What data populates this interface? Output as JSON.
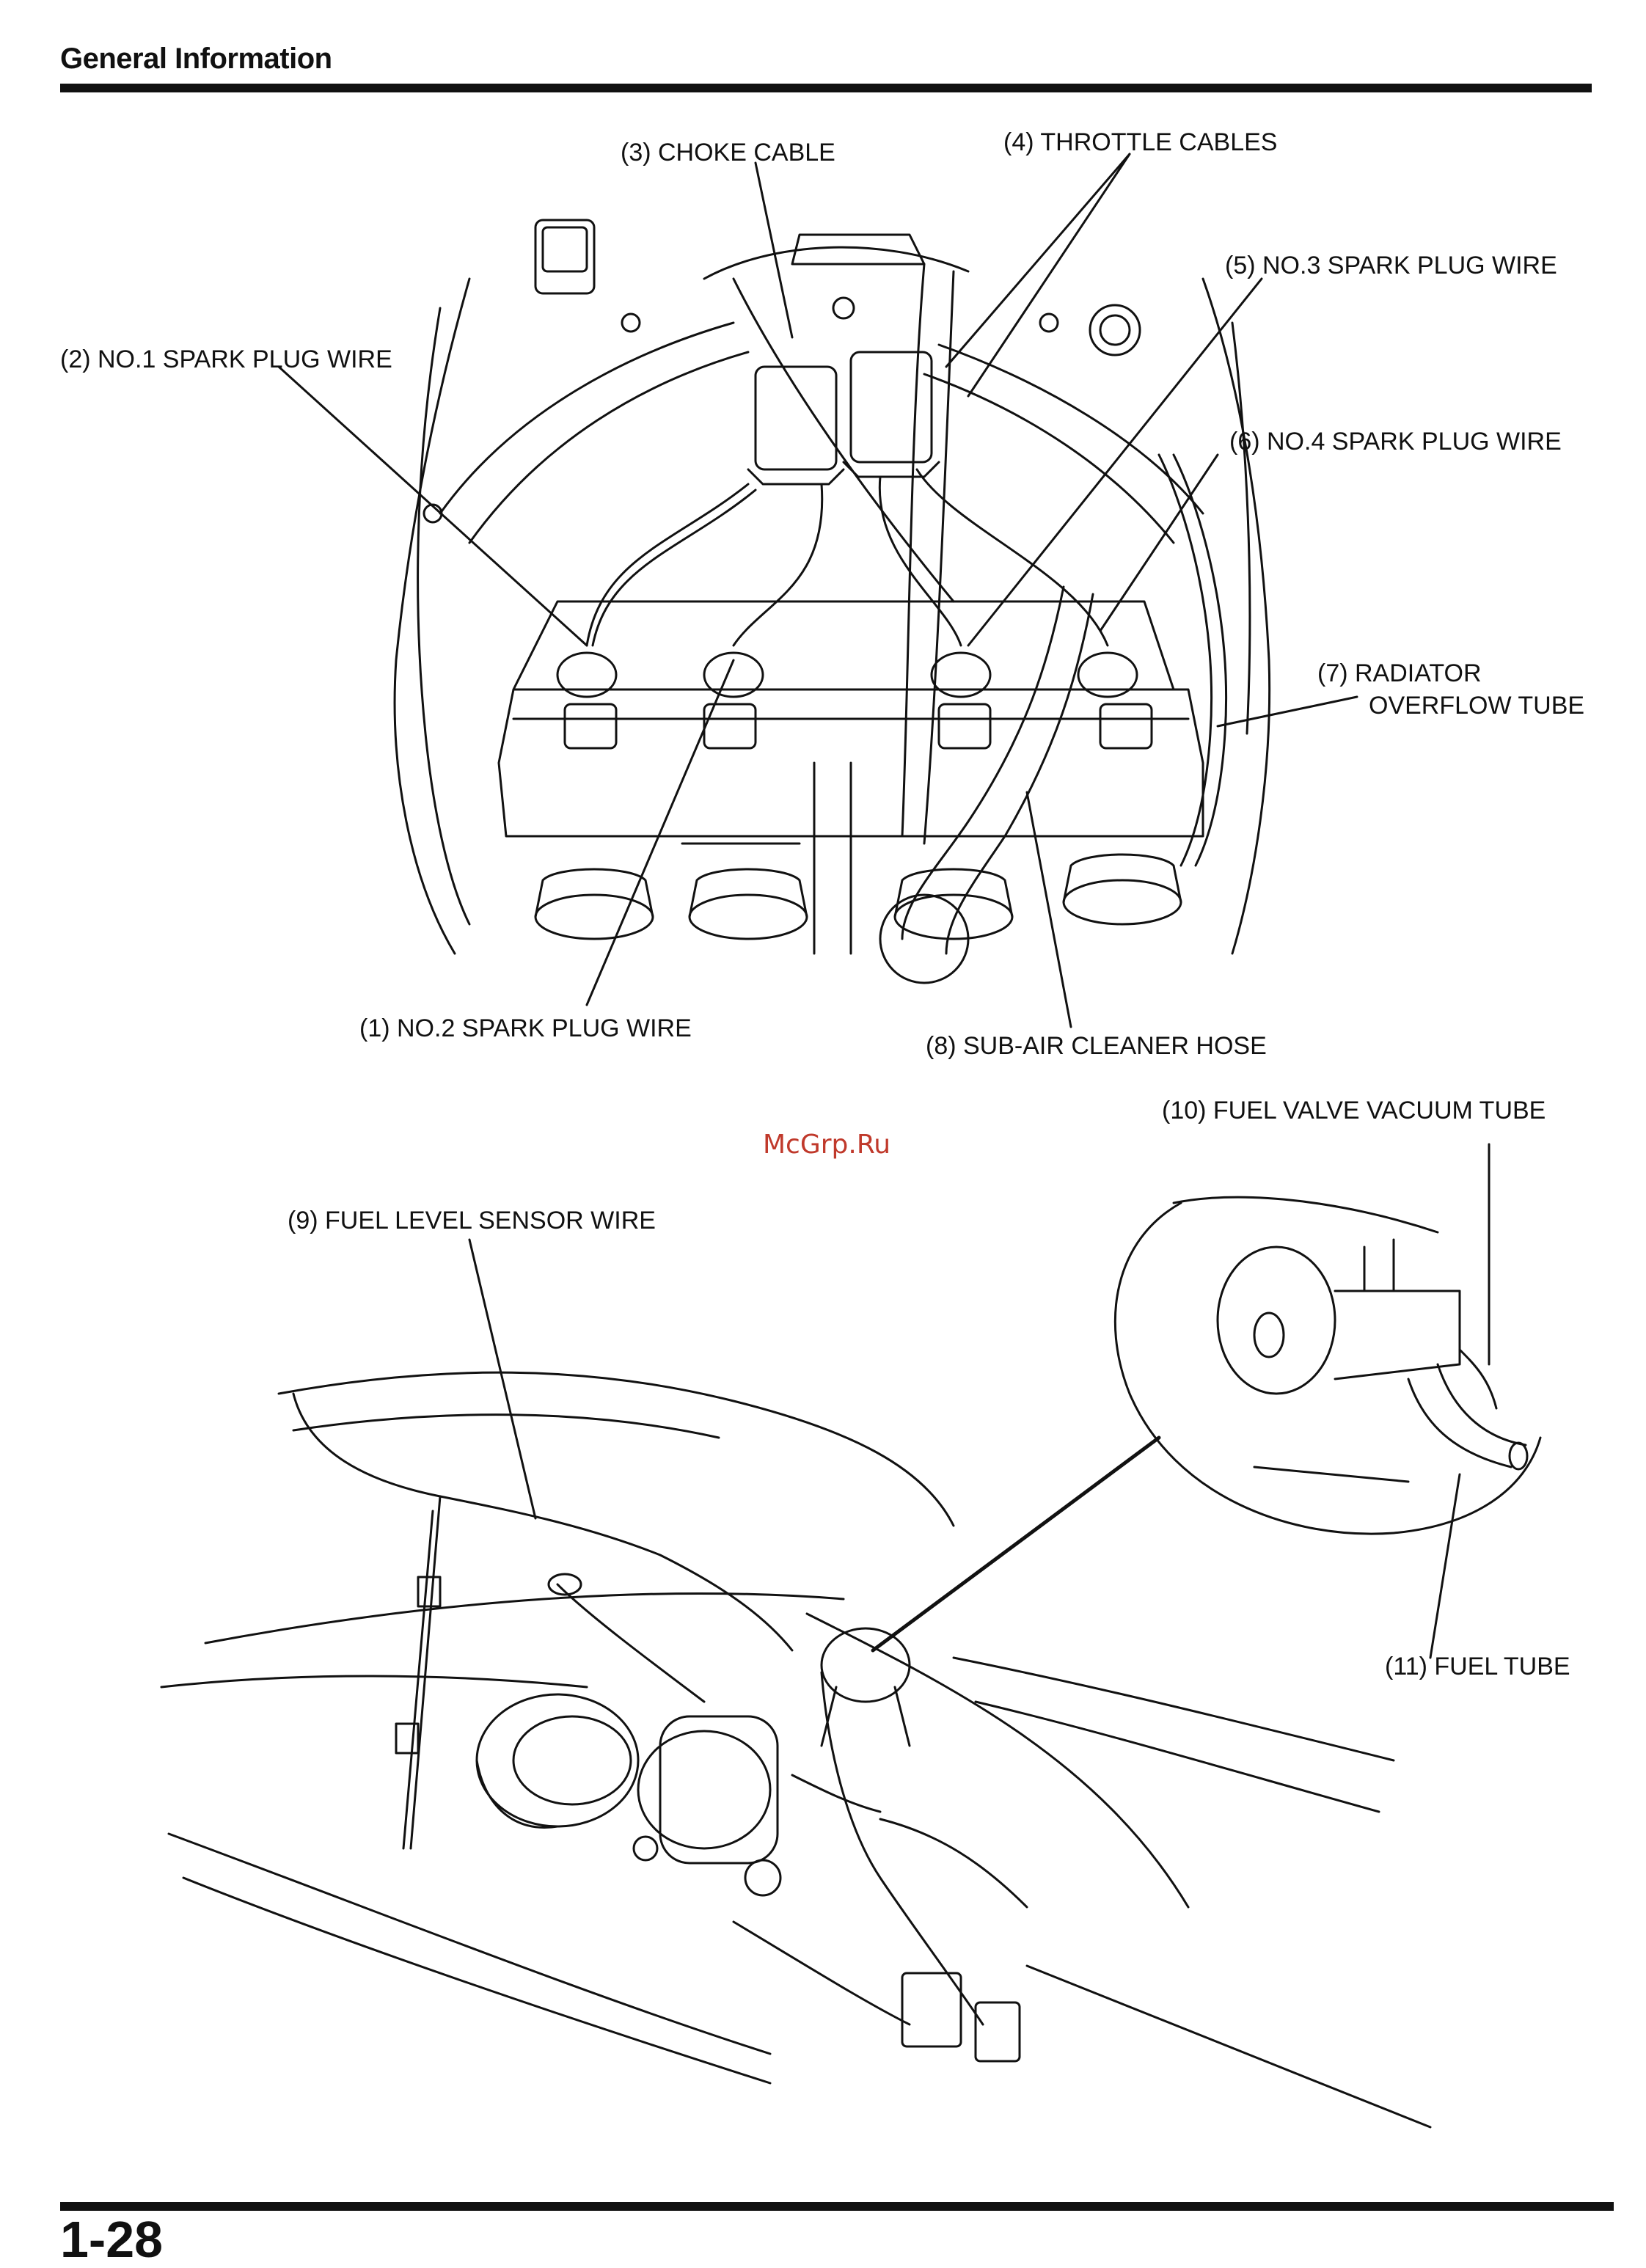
{
  "header": {
    "section_title": "General Information"
  },
  "page_number": "1-28",
  "watermark": "McGrp.Ru",
  "colors": {
    "ink": "#111111",
    "paper": "#ffffff",
    "watermark": "#c0392b"
  },
  "labels": {
    "l1": "(1) NO.2 SPARK PLUG WIRE",
    "l2": "(2) NO.1 SPARK PLUG WIRE",
    "l3": "(3) CHOKE CABLE",
    "l4": "(4) THROTTLE CABLES",
    "l5": "(5) NO.3 SPARK PLUG WIRE",
    "l6": "(6) NO.4 SPARK PLUG WIRE",
    "l7a": "(7) RADIATOR",
    "l7b": "OVERFLOW TUBE",
    "l8": "(8) SUB-AIR CLEANER HOSE",
    "l9": "(9) FUEL LEVEL SENSOR WIRE",
    "l10": "(10) FUEL VALVE VACUUM TUBE",
    "l11": "(11) FUEL TUBE"
  }
}
